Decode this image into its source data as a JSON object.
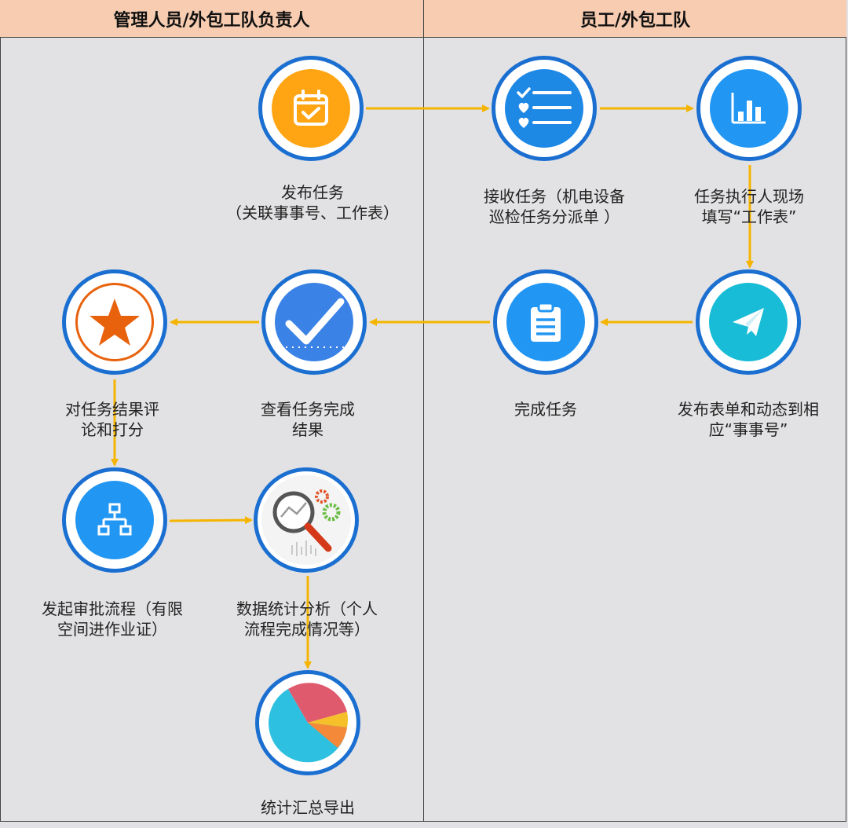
{
  "lanes": {
    "left_title": "管理人员/外包工队负责人",
    "right_title": "员工/外包工队"
  },
  "nodes": {
    "publish_task": {
      "line1": "发布任务",
      "line2": "（关联事事号、工作表）",
      "icon": "calendar-check-icon",
      "color": "#ffa514"
    },
    "receive_task": {
      "line1": "接收任务（机电设备",
      "line2": "巡检任务分派单 ）",
      "icon": "checklist-icon",
      "color": "#1e88e5"
    },
    "fill_worksheet": {
      "line1": "任务执行人现场",
      "line2": "填写“工作表”",
      "icon": "bar-chart-icon",
      "color": "#2196f3"
    },
    "publish_form": {
      "line1": "发布表单和动态到相",
      "line2": "应“事事号”",
      "icon": "paper-plane-icon",
      "color": "#18bcd6"
    },
    "complete_task": {
      "line1": "完成任务",
      "line2": "",
      "icon": "clipboard-icon",
      "color": "#2196f3"
    },
    "view_result": {
      "line1": "查看任务完成",
      "line2": "结果",
      "icon": "checkmark-icon",
      "color": "#3b82e6"
    },
    "evaluate": {
      "line1": "对任务结果评",
      "line2": "论和打分",
      "icon": "star-icon",
      "color": "#e8620e"
    },
    "approval": {
      "line1": "发起审批流程（有限",
      "line2": "空间进作业证）",
      "icon": "org-chart-icon",
      "color": "#2196f3"
    },
    "statistics": {
      "line1": "数据统计分析（个人",
      "line2": "流程完成情况等）",
      "icon": "magnifier-analytics-icon",
      "color": "#d43a1a"
    },
    "export": {
      "line1": "统计汇总导出",
      "line2": "",
      "icon": "pie-chart-icon",
      "color": "#2ec0e0"
    }
  },
  "arrow_color": "#f5b400"
}
